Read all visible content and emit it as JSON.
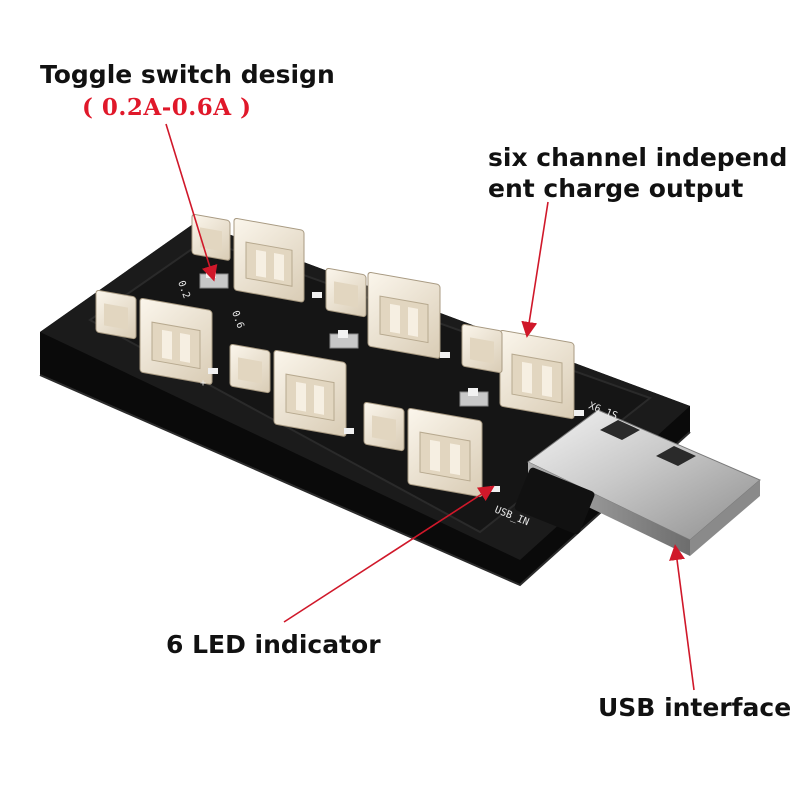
{
  "callouts": {
    "toggle_title": "Toggle switch design",
    "toggle_range": "( 0.2A-0.6A )",
    "six_channel_line1": "six channel independ",
    "six_channel_line2": "ent charge output",
    "led": "6 LED indicator",
    "usb": "USB interface"
  },
  "board_silkscreen": {
    "usb_in": "USB_IN",
    "channel_mark": "X6 1S",
    "switch_low": "0.2",
    "switch_high": "0.6",
    "plus": "+"
  },
  "colors": {
    "arrow": "#d0182a",
    "range_text": "#e0182a",
    "board": "#141414",
    "connector": "#efe6d6"
  }
}
